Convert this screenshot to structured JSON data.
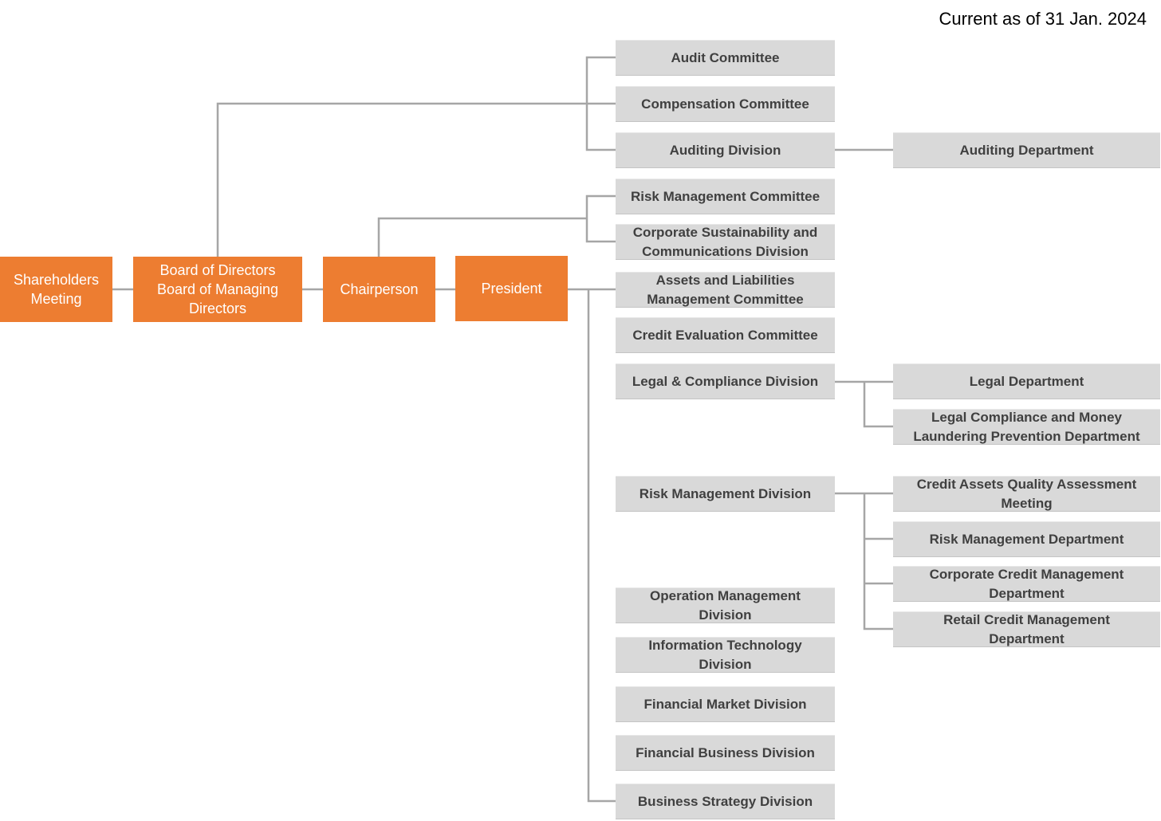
{
  "as_of": "Current as of 31 Jan. 2024",
  "colors": {
    "executive": "#ed7d31",
    "unit": "#d9d9d9",
    "connector": "#a6a6a6"
  },
  "executive": {
    "shareholders": "Shareholders\nMeeting",
    "board": "Board of Directors\nBoard of Managing\nDirectors",
    "chairperson": "Chairperson",
    "president": "President"
  },
  "board_units": {
    "audit_committee": "Audit Committee",
    "compensation_committee": "Compensation Committee",
    "auditing_division": "Auditing Division",
    "auditing_department": "Auditing Department"
  },
  "chair_units": {
    "risk_management_committee": "Risk Management Committee",
    "sustainability_division": "Corporate Sustainability and\nCommunications Division"
  },
  "president_units": {
    "alm_committee": "Assets and Liabilities\nManagement Committee",
    "credit_evaluation_committee": "Credit Evaluation Committee",
    "legal_division": "Legal & Compliance Division",
    "legal_department": "Legal Department",
    "aml_department": "Legal Compliance and Money\nLaundering Prevention Department",
    "risk_division": "Risk Management Division",
    "credit_quality_meeting": "Credit Assets Quality Assessment\nMeeting",
    "risk_department": "Risk Management Department",
    "corporate_credit_department": "Corporate Credit Management\nDepartment",
    "retail_credit_department": "Retail Credit Management\nDepartment",
    "operation_division": "Operation Management\nDivision",
    "it_division": "Information Technology\nDivision",
    "financial_market_division": "Financial Market Division",
    "financial_business_division": "Financial Business Division",
    "business_strategy_division": "Business Strategy Division"
  }
}
